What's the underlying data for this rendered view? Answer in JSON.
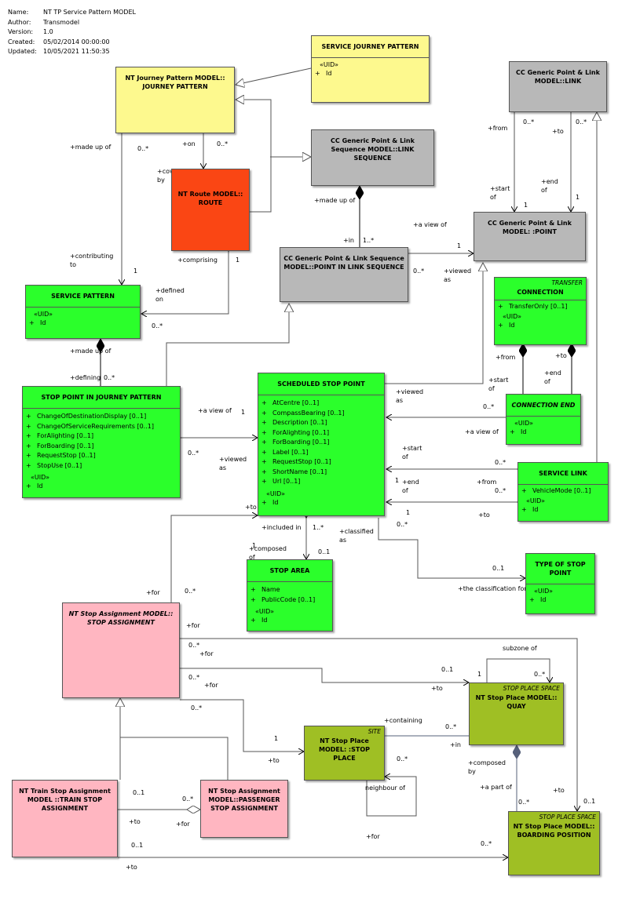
{
  "meta": [
    {
      "key": "Name:",
      "value": "NT TP Service Pattern MODEL"
    },
    {
      "key": "Author:",
      "value": "Transmodel"
    },
    {
      "key": "Version:",
      "value": "1.0"
    },
    {
      "key": "Created:",
      "value": "05/02/2014 00:00:00"
    },
    {
      "key": "Updated:",
      "value": "10/05/2021 11:50:35"
    }
  ],
  "colors": {
    "yellow": "#fdf98e",
    "grey": "#b8b8b8",
    "green": "#2bff2b",
    "red": "#fa4614",
    "pink": "#ffb6c1",
    "olive": "#9fbf24"
  },
  "uid": "«UID»",
  "plus": "+",
  "boxes": {
    "service_journey_pattern": {
      "title": "SERVICE JOURNEY PATTERN",
      "attrs": [
        "Id"
      ]
    },
    "journey_pattern": {
      "title": "NT Journey Pattern MODEL:: JOURNEY PATTERN"
    },
    "cc_link": {
      "title": "CC Generic Point & Link MODEL::LINK"
    },
    "link_sequence": {
      "title": "CC Generic Point & Link Sequence MODEL::LINK SEQUENCE"
    },
    "route": {
      "title": "NT Route MODEL:: ROUTE"
    },
    "cc_point": {
      "title": "CC Generic Point & Link MODEL: :POINT"
    },
    "point_in_link_sequence": {
      "title": "CC Generic Point & Link Sequence MODEL::POINT IN LINK SEQUENCE"
    },
    "service_pattern": {
      "title": "SERVICE PATTERN",
      "uid_attrs": [
        "Id"
      ]
    },
    "connection": {
      "stereotype": "TRANSFER",
      "title": "CONNECTION",
      "attrs": [
        "TransferOnly [0..1]"
      ],
      "uid_attrs": [
        "Id"
      ]
    },
    "stop_point_in_journey_pattern": {
      "title": "STOP POINT IN JOURNEY PATTERN",
      "attrs": [
        "ChangeOfDestinationDisplay [0..1]",
        "ChangeOfServiceRequirements [0..1]",
        "ForAlighting [0..1]",
        "ForBoarding [0..1]",
        "RequestStop [0..1]",
        "StopUse [0..1]"
      ],
      "uid_attrs": [
        "Id"
      ]
    },
    "scheduled_stop_point": {
      "title": "SCHEDULED STOP POINT",
      "attrs": [
        "AtCentre [0..1]",
        "CompassBearing [0..1]",
        "Description [0..1]",
        "ForAlighting [0..1]",
        "ForBoarding [0..1]",
        "Label [0..1]",
        "RequestStop [0..1]",
        "ShortName [0..1]",
        "Url [0..1]"
      ],
      "uid_attrs": [
        "Id"
      ]
    },
    "connection_end": {
      "title": "CONNECTION END",
      "uid_attrs": [
        "Id"
      ]
    },
    "service_link": {
      "title": "SERVICE LINK",
      "attrs": [
        "VehicleMode [0..1]"
      ],
      "uid_attrs": [
        "Id"
      ]
    },
    "stop_area": {
      "title": "STOP AREA",
      "attrs": [
        "Name",
        "PublicCode [0..1]"
      ],
      "uid_attrs": [
        "Id"
      ]
    },
    "type_of_stop_point": {
      "title": "TYPE OF STOP POINT",
      "uid_attrs": [
        "Id"
      ]
    },
    "stop_assignment": {
      "title": "NT Stop Assignment MODEL:: STOP ASSIGNMENT"
    },
    "quay": {
      "stereotype": "STOP PLACE SPACE",
      "title": "NT Stop Place MODEL:: QUAY"
    },
    "stop_place": {
      "stereotype": "SITE",
      "title": "NT Stop Place MODEL: :STOP PLACE"
    },
    "train_stop_assignment": {
      "title": "NT Train Stop Assignment MODEL ::TRAIN STOP ASSIGNMENT"
    },
    "passenger_stop_assignment": {
      "title": "NT Stop Assignment MODEL::PASSENGER STOP ASSIGNMENT"
    },
    "boarding_position": {
      "stereotype": "STOP PLACE SPACE",
      "title": "NT Stop Place MODEL:: BOARDING POSITION"
    }
  },
  "edge_labels": [
    "0..*",
    "+on",
    "0..*",
    "+covered by",
    "1",
    "+made up of",
    "+contributing to",
    "1",
    "0..*",
    "+from",
    "0..*",
    "+to",
    "+start of",
    "1",
    "+end of",
    "1",
    "+made up of",
    "+in",
    "1..*",
    "+a view of",
    "1",
    "0..*",
    "+viewed as",
    "+comprising",
    "1",
    "+defined on",
    "0..*",
    "+made up of",
    "+defining",
    "0..*",
    "+from",
    "+to",
    "+end of",
    "+start of",
    "+viewed as",
    "0..*",
    "+a view of",
    "1",
    "0..*",
    "+viewed as",
    "+a view of",
    "+start of",
    "0..*",
    "1",
    "+end of",
    "+from",
    "0..*",
    "1",
    "+to",
    "+to",
    "1",
    "+included in",
    "1..*",
    "+classified as",
    "0..*",
    "+composed of",
    "0..1",
    "0..1",
    "+the classification for",
    "+for",
    "0..*",
    "+for",
    "0..*",
    "+for",
    "0..*",
    "+for",
    "0..*",
    "subzone of",
    "0..1",
    "1",
    "0..*",
    "+to",
    "+containing",
    "0..*",
    "+in",
    "1",
    "+to",
    "+composed by",
    "0..*",
    "+a part of",
    "+to",
    "0..1",
    "0..*",
    "neighbour of",
    "+for",
    "0..1",
    "0..*",
    "+to",
    "+for",
    "0..1",
    "0..*",
    "+to"
  ]
}
